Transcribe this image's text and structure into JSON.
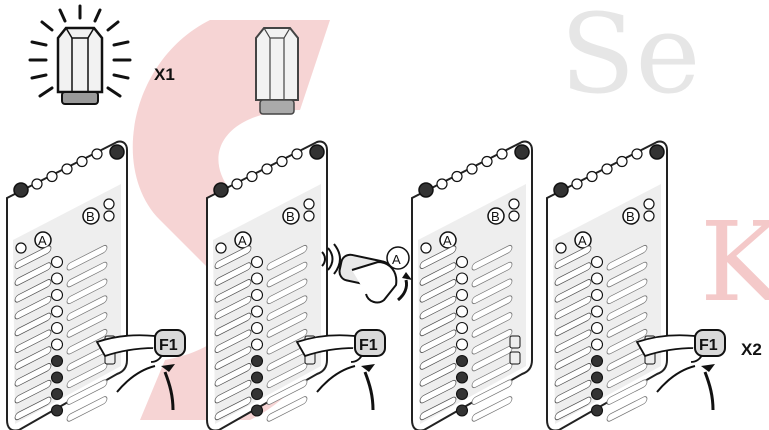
{
  "labels": {
    "x1": "X1",
    "x2": "X2",
    "f1": "F1",
    "a": "A",
    "b": "B",
    "remote_a": "A"
  },
  "watermark": {
    "text_se": "Se",
    "text_k": "K"
  },
  "colors": {
    "watermark_red": "#f4c9c9",
    "watermark_gray": "#e6e6e6",
    "panel_outline": "#222222",
    "panel_fill": "#ffffff",
    "panel_inner": "#d9d9d9"
  },
  "panels": [
    {
      "state": "normal"
    },
    {
      "state": "normal"
    },
    {
      "state": "programming"
    },
    {
      "state": "confirm"
    }
  ]
}
